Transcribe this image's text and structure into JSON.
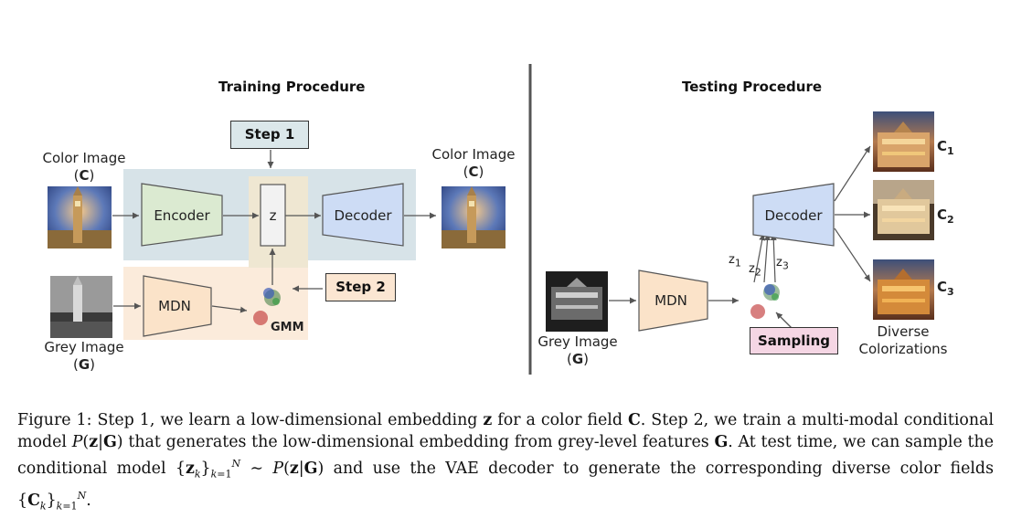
{
  "training": {
    "title": "Training Procedure",
    "color_image_label": "Color Image",
    "color_image_symbol": "C",
    "output_image_label": "Color Image",
    "output_image_symbol": "C",
    "grey_image_label": "Grey Image",
    "grey_image_symbol": "G",
    "encoder": "Encoder",
    "z": "z",
    "decoder": "Decoder",
    "mdn": "MDN",
    "gmm": "GMM",
    "step1": "Step 1",
    "step2": "Step 2"
  },
  "testing": {
    "title": "Testing Procedure",
    "grey_image_label": "Grey Image",
    "grey_image_symbol": "G",
    "mdn": "MDN",
    "decoder": "Decoder",
    "sampling": "Sampling",
    "z_labels": [
      "z",
      "z",
      "z"
    ],
    "z_subs": [
      "1",
      "2",
      "3"
    ],
    "outputs": [
      "C",
      "C",
      "C"
    ],
    "output_subs": [
      "1",
      "2",
      "3"
    ],
    "diverse_line1": "Diverse",
    "diverse_line2": "Colorizations"
  },
  "colors": {
    "encoder_fill": "#dbead1",
    "decoder_fill": "#cddcf5",
    "mdn_fill": "#fbe3c9",
    "train_band": "#d7e3e8",
    "step_fill": "#dbe7ea",
    "step2_fill": "#fbe6d2",
    "sampling_fill": "#f5d6e4"
  },
  "caption": {
    "figure_label": "Figure 1:",
    "s1": "Step 1, we learn a low-dimensional embedding",
    "s2": "for a color field",
    "s3": ". Step 2, we train a multi-modal conditional model",
    "s4": "that generates the low-dimensional embedding from grey-level features",
    "s5": ". At test time, we can sample the conditional model",
    "s6": "and use the VAE decoder to generate the corresponding diverse color fields"
  }
}
